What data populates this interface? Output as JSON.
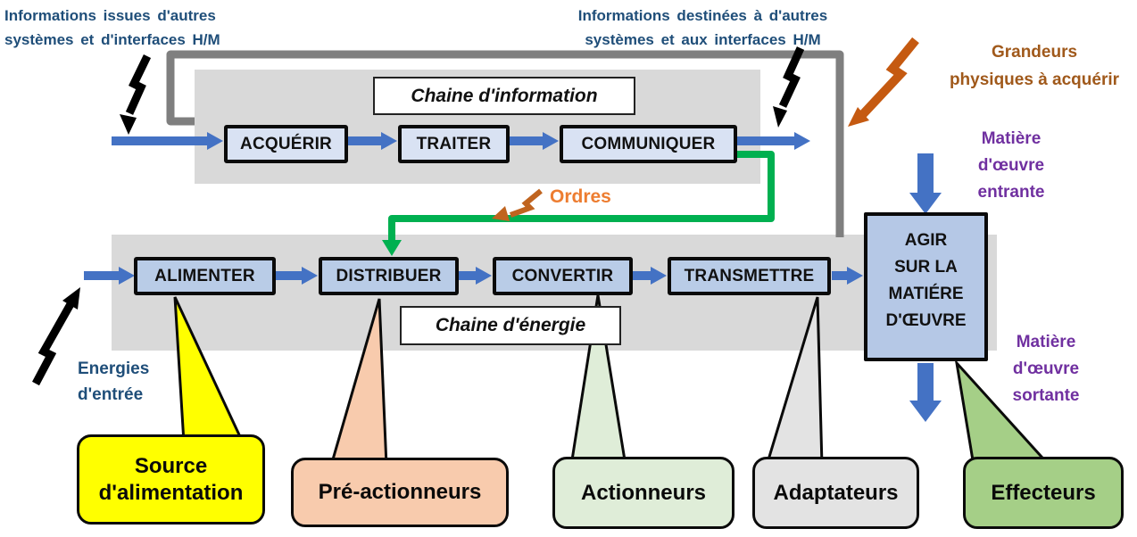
{
  "header": {
    "info_in": {
      "line1": "Informations issues d'autres",
      "line2": "systèmes et d'interfaces H/M"
    },
    "info_out": {
      "line1": "Informations destinées à d'autres",
      "line2": "systèmes et aux interfaces H/M"
    },
    "grandeurs": {
      "line1": "Grandeurs",
      "line2": "physiques à acquérir"
    }
  },
  "info_chain": {
    "title": "Chaine d'information",
    "steps": [
      "ACQUÉRIR",
      "TRAITER",
      "COMMUNIQUER"
    ]
  },
  "energy_chain": {
    "title": "Chaine d'énergie",
    "steps": [
      "ALIMENTER",
      "DISTRIBUER",
      "CONVERTIR",
      "TRANSMETTRE"
    ]
  },
  "agir": {
    "line1": "AGIR",
    "line2": "SUR LA",
    "line3": "MATIÉRE",
    "line4": "D'ŒUVRE"
  },
  "labels": {
    "ordres": "Ordres",
    "energies": {
      "line1": "Energies",
      "line2": "d'entrée"
    },
    "matiere_entrante": {
      "line1": "Matière",
      "line2": "d'œuvre",
      "line3": "entrante"
    },
    "matiere_sortante": {
      "line1": "Matière",
      "line2": "d'œuvre",
      "line3": "sortante"
    }
  },
  "callouts": [
    {
      "label": "Source d'alimentation",
      "color": "#ffff00"
    },
    {
      "label": "Pré-actionneurs",
      "color": "#f8cbad"
    },
    {
      "label": "Actionneurs",
      "color": "#dfedd8"
    },
    {
      "label": "Adaptateurs",
      "color": "#e3e3e3"
    },
    {
      "label": "Effecteurs",
      "color": "#a5cf87"
    }
  ],
  "icons": {
    "lightning_black": "black lightning-bolt arrow (external flow marker)",
    "lightning_orange": "orange lightning-bolt arrow (physical quantities / orders)",
    "count_lightning": 5
  },
  "colors": {
    "arrow_blue": "#4472c4",
    "band_gray": "#d9d9d9",
    "feedback_line_gray": "#7f7f7f",
    "order_line_green": "#00b050",
    "box_fill_info": "#d9e2f3",
    "box_fill_energy": "#b9cce7",
    "agir_fill": "#b5c8e6",
    "text_dark_blue": "#1f4e79",
    "text_orange": "#ed7d31",
    "text_brown_orange": "#a0591b",
    "text_purple": "#7030a0"
  }
}
